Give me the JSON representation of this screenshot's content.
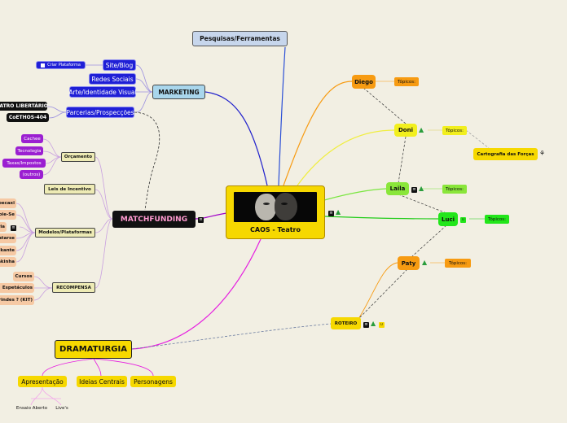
{
  "central": {
    "title": "CAOS - Teatro"
  },
  "top": {
    "label": "Pesquisas/Ferramentas"
  },
  "marketing": {
    "label": "MARKETING",
    "children": [
      "Site/Blog",
      "Redes Sociais",
      "Arte/Identidade Visual",
      "Parcerias/Prospecções"
    ],
    "site_child": "Criar Plataforma",
    "partners": [
      "TEATRO LIBERTÁRIO",
      "CoETHOS-404"
    ]
  },
  "matchfunding": {
    "label": "MATCHFUNDING",
    "orcamento": {
      "label": "Orçamento",
      "items": [
        "Cachee",
        "Tecnologia",
        "Taxas/Impostos",
        "(outros)"
      ]
    },
    "leis": {
      "label": "Leis de Incentivo"
    },
    "modelos": {
      "label": "Modelos/Plataformas",
      "items": [
        "Benfeitoria",
        "Catarse",
        "Kickante",
        "Vakinha"
      ],
      "partial": [
        "Evoecaxi",
        "Apoie-Se"
      ]
    },
    "recompensa": {
      "label": "RECOMPENSA",
      "items": [
        "Cursos",
        "Espetáculos",
        "Brindes ? (KIT)"
      ]
    }
  },
  "dramaturgia": {
    "label": "DRAMATURGIA",
    "children": [
      "Apresentação",
      "Ideias Centrais",
      "Personagens"
    ],
    "apresentacao_children": [
      "Ensaio Aberto",
      "Live's"
    ]
  },
  "people": {
    "diego": {
      "name": "Diego",
      "tag": "Tópicos:"
    },
    "doni": {
      "name": "Doni",
      "tag": "Tópicos:"
    },
    "laila": {
      "name": "Laila",
      "tag": "Tópicos:"
    },
    "luci": {
      "name": "Luci",
      "tag": "Tópicos:"
    },
    "paty": {
      "name": "Paty",
      "tag": "Tópicos:"
    }
  },
  "cartografia": {
    "label": "Cartografia das Forças"
  },
  "roteiro": {
    "label": "ROTEIRO"
  },
  "icons": [
    "notes-icon",
    "drive-icon",
    "link-icon",
    "team-icon"
  ]
}
